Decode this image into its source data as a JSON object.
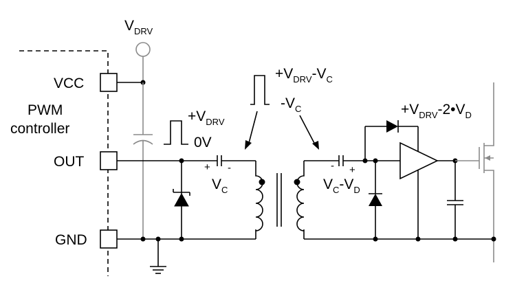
{
  "controller": {
    "title_line1": "PWM",
    "title_line2": "controller",
    "pin_vcc": "VCC",
    "pin_out": "OUT",
    "pin_gnd": "GND"
  },
  "supply": {
    "v": "V",
    "sub": "DRV"
  },
  "pulse_primary": {
    "top_plus": "+V",
    "top_sub": "DRV",
    "bottom": "0V"
  },
  "cap_primary": {
    "plus": "+",
    "minus": "-",
    "v": "V",
    "sub": "C"
  },
  "pulse_secondary": {
    "top_plus": "+V",
    "top_sub": "DRV",
    "top_minus": "-V",
    "top_sub2": "C",
    "bottom_minus": "-V",
    "bottom_sub": "C"
  },
  "cap_secondary": {
    "minus": "-",
    "plus": "+",
    "v1": "V",
    "sub1": "C",
    "dash": "-V",
    "sub2": "D"
  },
  "driver_supply": {
    "plus": "+V",
    "sub1": "DRV",
    "mid": "-2•V",
    "sub2": "D"
  }
}
